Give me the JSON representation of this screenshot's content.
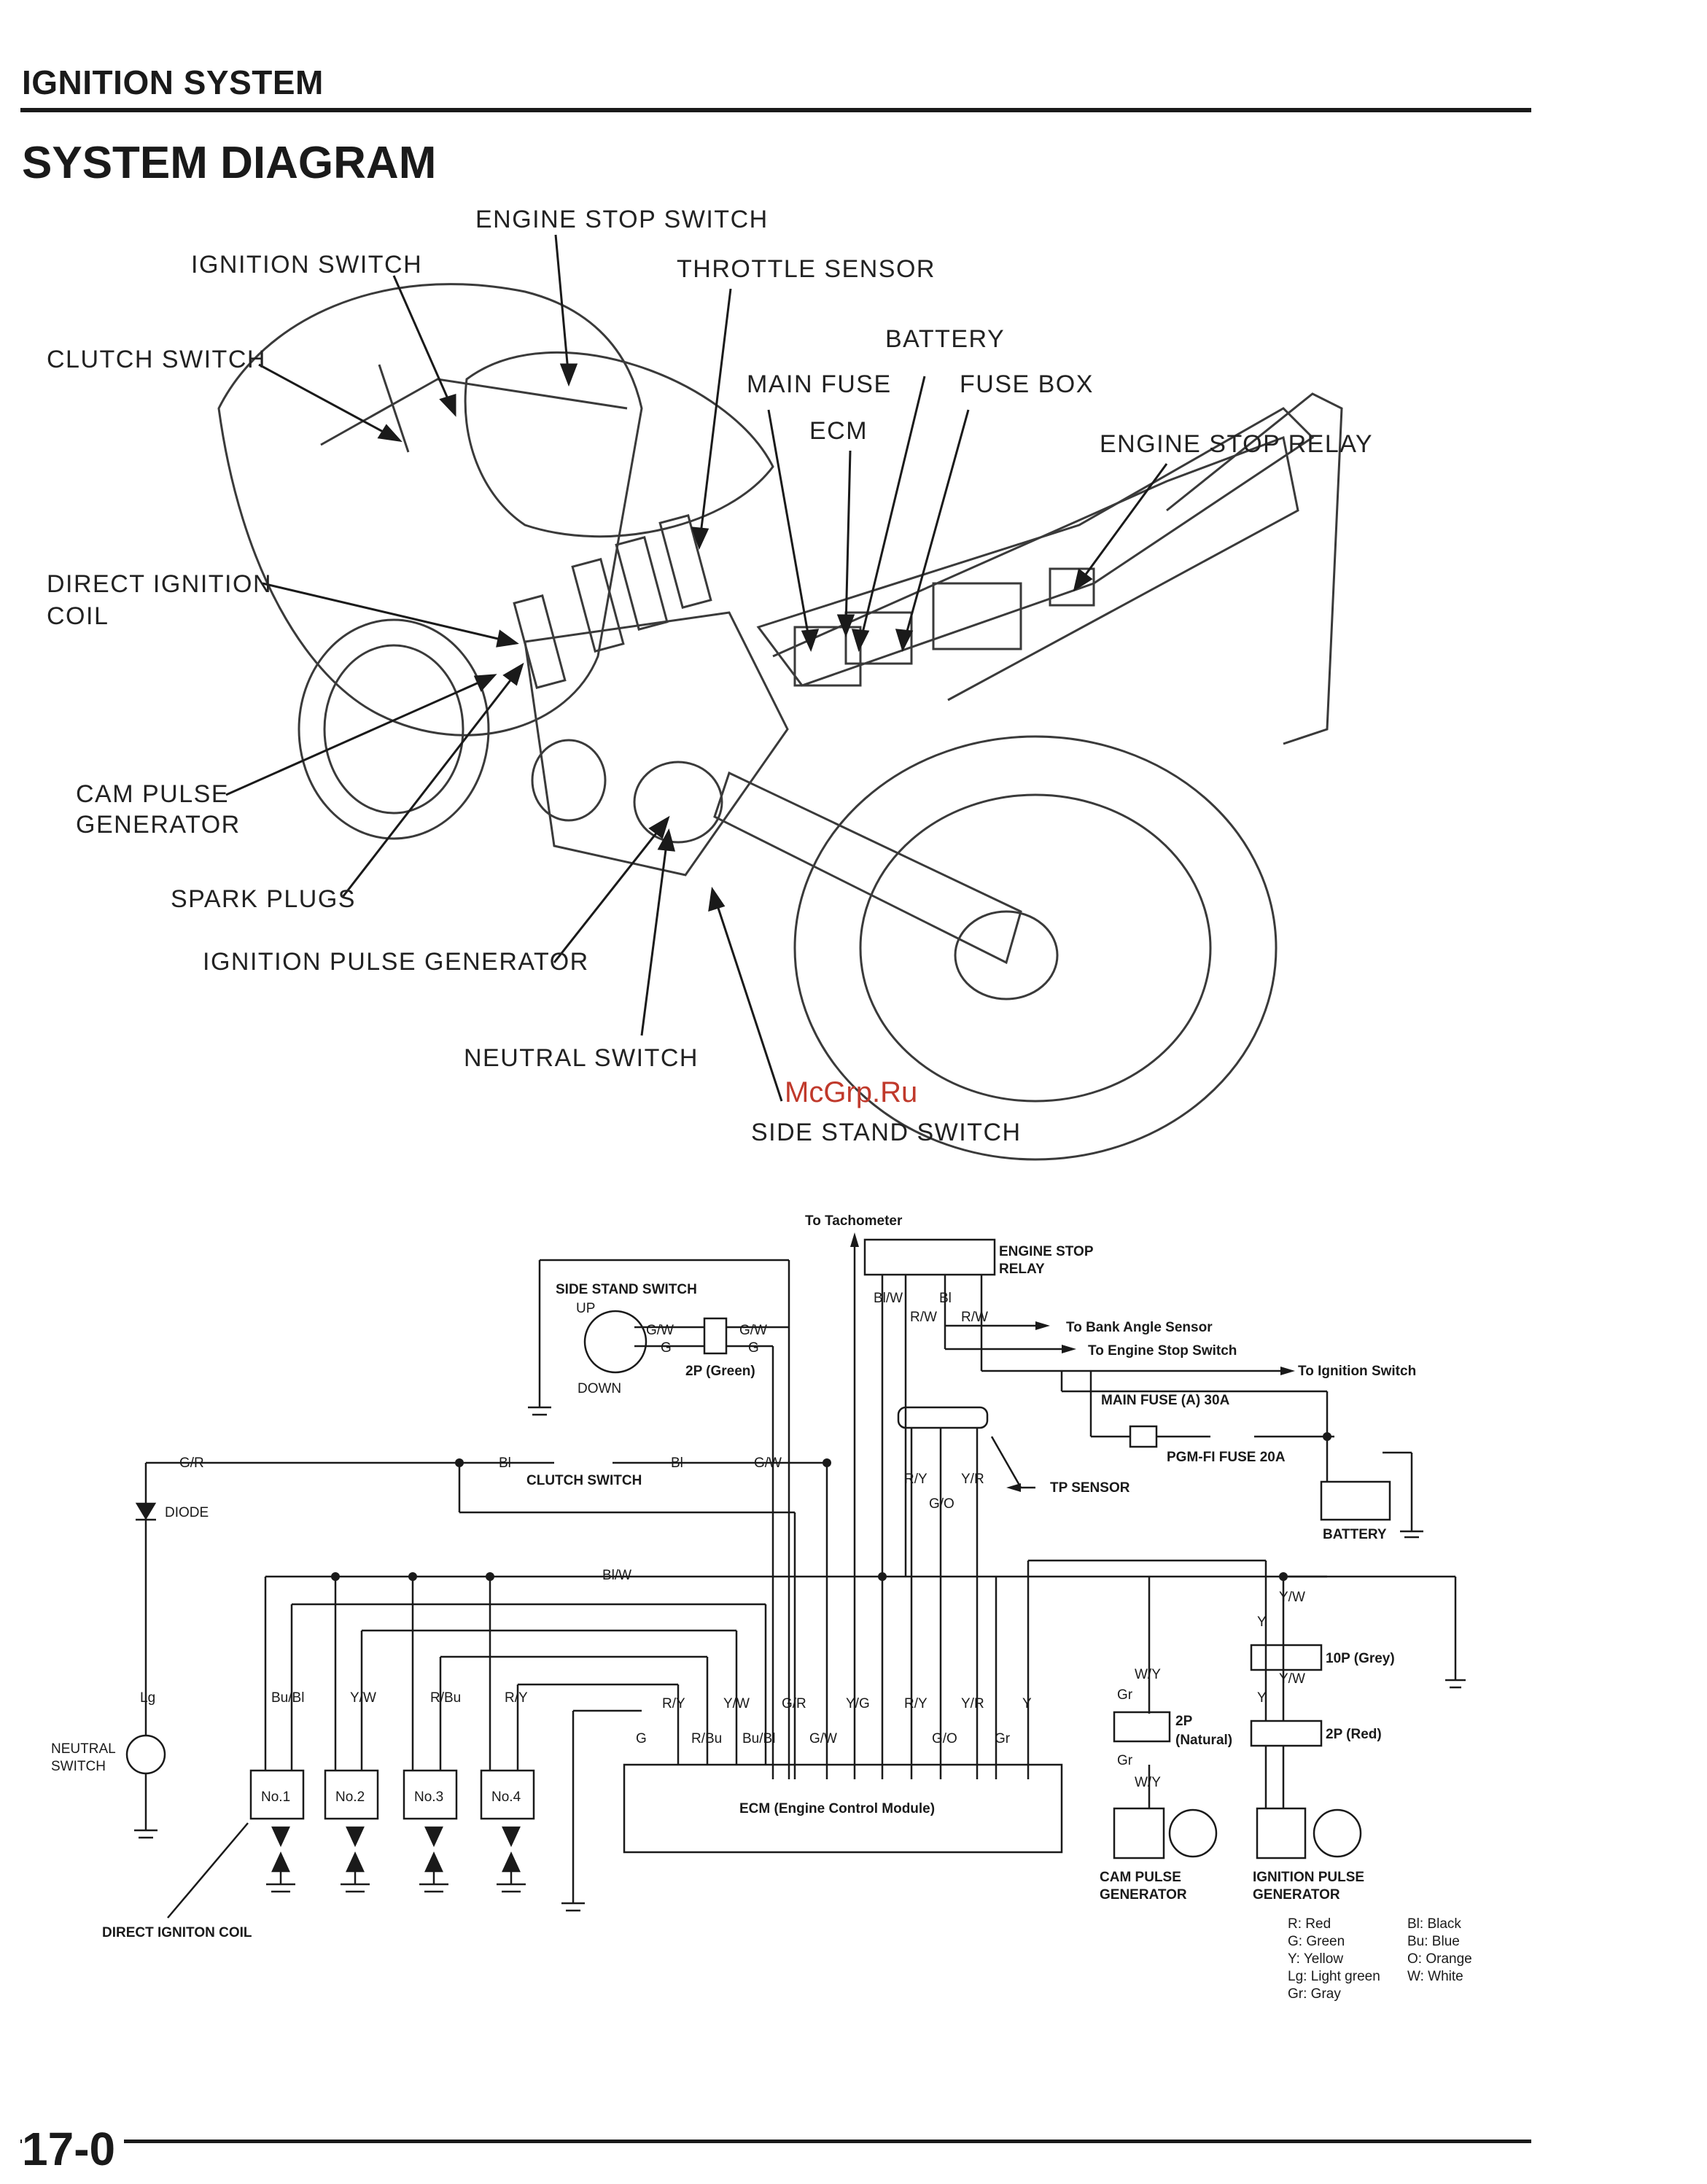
{
  "header": {
    "section": "IGNITION SYSTEM",
    "title": "SYSTEM DIAGRAM"
  },
  "callouts": {
    "engine_stop_switch": "ENGINE STOP SWITCH",
    "ignition_switch": "IGNITION SWITCH",
    "throttle_sensor": "THROTTLE SENSOR",
    "battery": "BATTERY",
    "main_fuse": "MAIN FUSE",
    "fuse_box": "FUSE BOX",
    "ecm": "ECM",
    "clutch_switch": "CLUTCH SWITCH",
    "engine_stop_relay": "ENGINE STOP RELAY",
    "direct_ignition_coil_1": "DIRECT IGNITION",
    "direct_ignition_coil_2": "COIL",
    "cam_pulse_generator_1": "CAM PULSE",
    "cam_pulse_generator_2": "GENERATOR",
    "spark_plugs": "SPARK PLUGS",
    "ignition_pulse_generator": "IGNITION PULSE GENERATOR",
    "neutral_switch": "NEUTRAL SWITCH",
    "side_stand_switch": "SIDE STAND SWITCH"
  },
  "watermark": "McGrp.Ru",
  "wiring": {
    "to_tachometer": "To Tachometer",
    "engine_stop_relay_1": "ENGINE STOP",
    "engine_stop_relay_2": "RELAY",
    "to_bank_angle_sensor": "To Bank Angle Sensor",
    "to_engine_stop_switch": "To Engine Stop Switch",
    "to_ignition_switch": "To Ignition Switch",
    "main_fuse": "MAIN FUSE (A) 30A",
    "pgm_fi_fuse": "PGM-FI FUSE 20A",
    "battery": "BATTERY",
    "tp_sensor": "TP SENSOR",
    "side_stand_switch": "SIDE STAND SWITCH",
    "up": "UP",
    "down": "DOWN",
    "conn_2p_green": "2P (Green)",
    "clutch_switch": "CLUTCH SWITCH",
    "diode": "DIODE",
    "neutral_switch_1": "NEUTRAL",
    "neutral_switch_2": "SWITCH",
    "ecm": "ECM (Engine Control Module)",
    "direct_ignition_coil": "DIRECT IGNITON COIL",
    "coil_1": "No.1",
    "coil_2": "No.2",
    "coil_3": "No.3",
    "coil_4": "No.4",
    "conn_10p_grey": "10P (Grey)",
    "conn_2p_red": "2P (Red)",
    "conn_2p_natural_1": "2P",
    "conn_2p_natural_2": "(Natural)",
    "cam_pulse_generator_1": "CAM PULSE",
    "cam_pulse_generator_2": "GENERATOR",
    "ignition_pulse_generator_1": "IGNITION PULSE",
    "ignition_pulse_generator_2": "GENERATOR",
    "wire_colors": {
      "bl_w": "Bl/W",
      "bl": "Bl",
      "r_w": "R/W",
      "g_w": "G/W",
      "g": "G",
      "g_r": "G/R",
      "lg": "Lg",
      "bu_bl": "Bu/Bl",
      "y_w": "Y/W",
      "r_bu": "R/Bu",
      "r_y": "R/Y",
      "y_r": "Y/R",
      "g_o": "G/O",
      "y_g": "Y/G",
      "gr": "Gr",
      "y": "Y",
      "w_y": "W/Y"
    }
  },
  "legend": [
    "R: Red",
    "G: Green",
    "Y: Yellow",
    "Lg: Light green",
    "Gr: Gray",
    "Bl: Black",
    "Bu: Blue",
    "O: Orange",
    "W: White"
  ],
  "page_number": "17-0"
}
